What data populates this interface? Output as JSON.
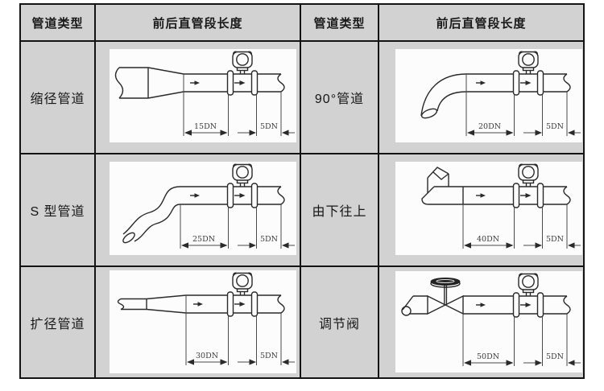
{
  "table": {
    "headers": [
      "管道类型",
      "前后直管段长度",
      "管道类型",
      "前后直管段长度"
    ],
    "rows": [
      {
        "left": {
          "type": "缩径管道",
          "diagram": "reducing-pipe",
          "upstream": "15DN",
          "downstream": "5DN"
        },
        "right": {
          "type": "90°管道",
          "diagram": "90-degree-elbow",
          "upstream": "20DN",
          "downstream": "5DN"
        }
      },
      {
        "left": {
          "type": "S 型管道",
          "diagram": "s-shaped-pipe",
          "upstream": "25DN",
          "downstream": "5DN"
        },
        "right": {
          "type": "由下往上",
          "diagram": "bottom-to-top",
          "upstream": "40DN",
          "downstream": "5DN"
        }
      },
      {
        "left": {
          "type": "扩径管道",
          "diagram": "expanding-pipe",
          "upstream": "30DN",
          "downstream": "5DN"
        },
        "right": {
          "type": "调节阀",
          "diagram": "control-valve",
          "upstream": "50DN",
          "downstream": "5DN"
        }
      }
    ],
    "colors": {
      "cell_bg": "#d2d2d2",
      "grid": "#141414",
      "diagram_bg": "#fcfcfc",
      "line": "#2a2a2a"
    }
  }
}
